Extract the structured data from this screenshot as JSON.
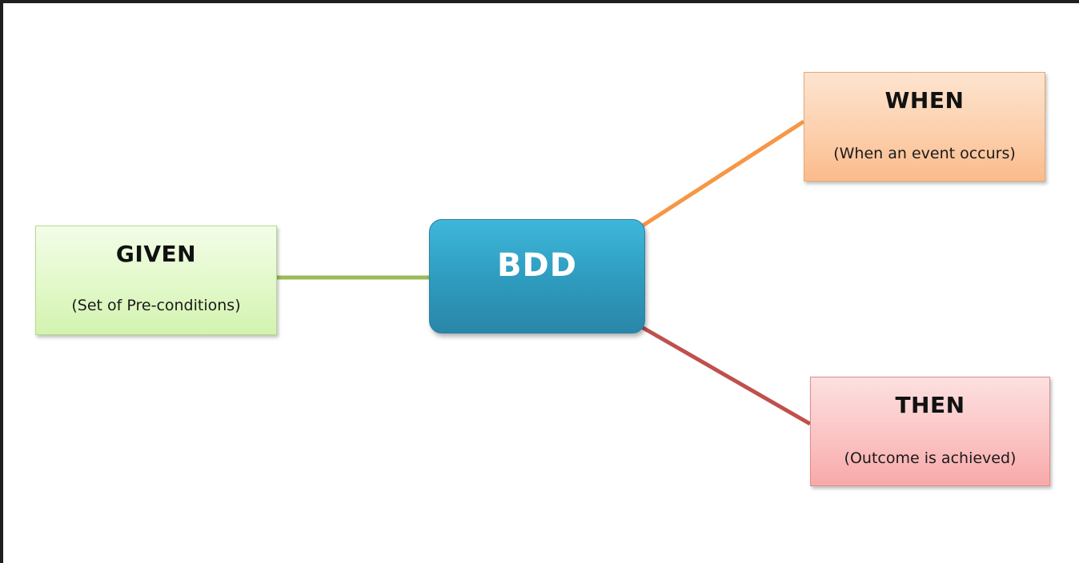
{
  "diagram": {
    "center": {
      "label": "BDD"
    },
    "given": {
      "label": "GIVEN",
      "description": "(Set of Pre-conditions)"
    },
    "when": {
      "label": "WHEN",
      "description": "(When an event occurs)"
    },
    "then": {
      "label": "THEN",
      "description": "(Outcome is achieved)"
    }
  },
  "colors": {
    "center_fill": "#2f9dc0",
    "given_fill": "#e2f8c9",
    "when_fill": "#fcd0ad",
    "then_fill": "#fbc4c4",
    "given_connector": "#9bbb59",
    "when_connector": "#f79646",
    "then_connector": "#c0504d"
  }
}
